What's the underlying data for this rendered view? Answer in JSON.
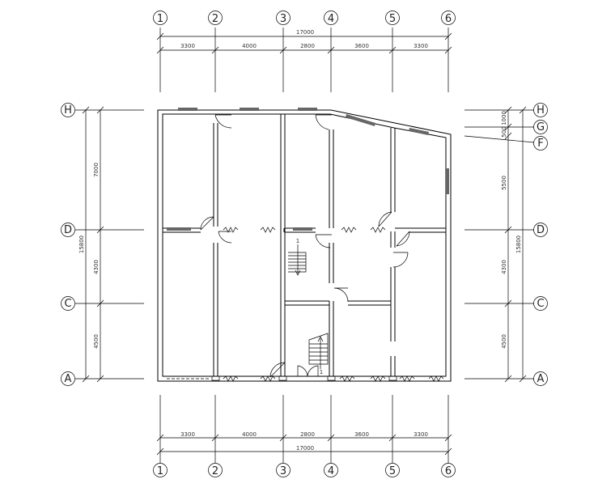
{
  "columns": [
    "1",
    "2",
    "3",
    "4",
    "5",
    "6"
  ],
  "rows": [
    "H",
    "G",
    "F",
    "D",
    "C",
    "A"
  ],
  "top_dimensions": {
    "total": "17000",
    "segments": [
      "3300",
      "4000",
      "2800",
      "3600",
      "3300"
    ]
  },
  "bottom_dimensions": {
    "total": "17000",
    "segments": [
      "3300",
      "4000",
      "2800",
      "3600",
      "3300"
    ]
  },
  "left_dimensions": {
    "total": "15800",
    "segments": [
      "7000",
      "4300",
      "4500"
    ]
  },
  "right_dimensions": {
    "total": "15800",
    "segments": [
      "500",
      "1000",
      "5500",
      "4300",
      "4500"
    ]
  },
  "stair_marks": [
    "1",
    "1"
  ]
}
